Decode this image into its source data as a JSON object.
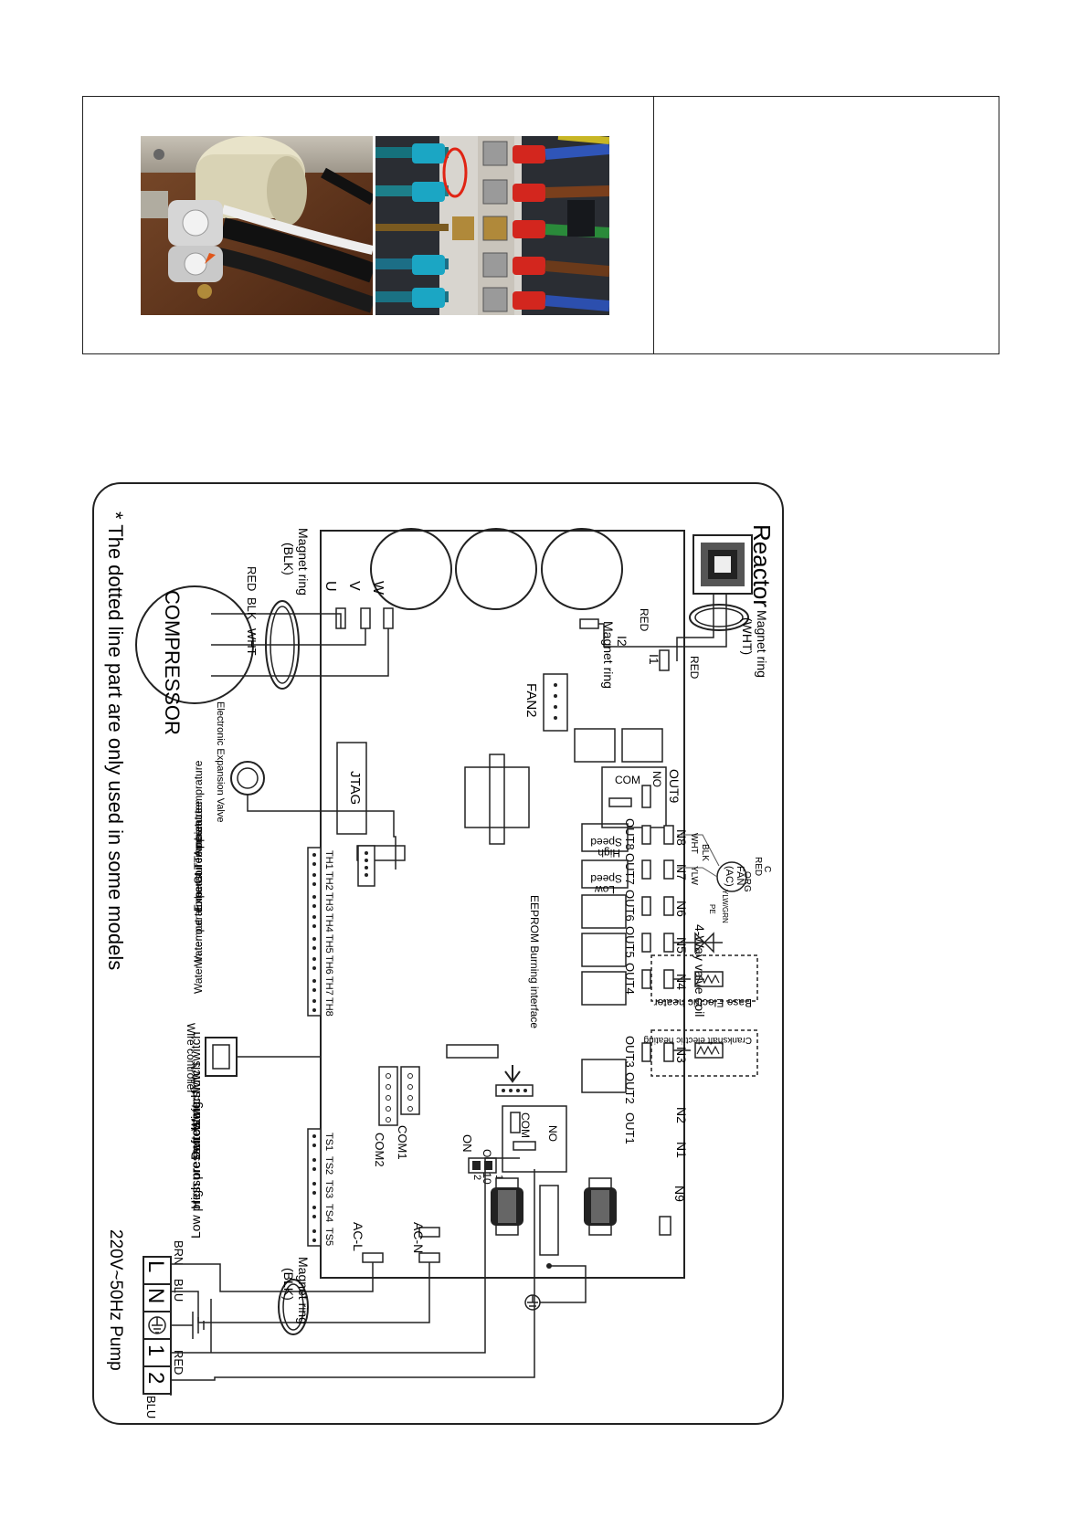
{
  "diagram": {
    "reactor_label": "Reactor",
    "magnet_ring_wht": "Magnet ring (WHT)",
    "magnet_ring_wht_l1": "Magnet ring",
    "magnet_ring_wht_l2": "(WHT)",
    "magnet_ring": "Magnet ring",
    "magnet_ring_blk_l1": "Magnet ring",
    "magnet_ring_blk_l2": "(BLK)",
    "red": "RED",
    "blk": "BLK",
    "wht": "WHT",
    "ylw": "YLW",
    "org": "ORG",
    "c": "C",
    "pe": "PE",
    "ylwgrn": "YLW/GRN",
    "brn": "BRN",
    "blu": "BLU",
    "i1": "I1",
    "i2": "I2",
    "u": "U",
    "v": "V",
    "w": "W",
    "compressor": "COMPRESSOR",
    "fan2": "FAN2",
    "fan_ac_1": "FAN",
    "fan_ac_2": "(AC)",
    "jtag": "JTAG",
    "eev": "Electronic Expansion Valve",
    "out9": "OUT9",
    "no": "NO",
    "com": "COM",
    "high_speed_1": "High",
    "high_speed_2": "Speed",
    "low_speed_1": "Low",
    "low_speed_2": "Speed",
    "outs": [
      "OUT8",
      "OUT7",
      "OUT6",
      "OUT5",
      "OUT4",
      "OUT3",
      "OUT2",
      "OUT1"
    ],
    "ns": [
      "N8",
      "N7",
      "N6",
      "N5",
      "N4",
      "N3",
      "N2",
      "N1",
      "N9"
    ],
    "four_way": "4-Way valve coil",
    "base_heater": "Base Electric heater",
    "crank_heater": "Crankshaft electric heating",
    "eeprom": "EEPROM Burning interface",
    "th_labels": [
      "TH1",
      "TH2",
      "TH3",
      "TH4",
      "TH5",
      "TH6",
      "TH7",
      "TH8"
    ],
    "ambient": "Ambient temprature",
    "coil": "Coil Temperature",
    "exhaust": "Exhaust Temperature",
    "water_out": "Water out temperature",
    "water_in": "Water in temperature",
    "wire_ctrl": "Wire controller",
    "com1": "COM1",
    "com2": "COM2",
    "on": "ON",
    "out10": "OUT10",
    "one": "1",
    "two": "2",
    "ts_labels": [
      "TS1",
      "TS2",
      "TS3",
      "TS4",
      "TS5"
    ],
    "water_flow": "Water flow switch",
    "defrost": "Defrosting switch",
    "high_press": "High pressure switch",
    "low_press": "Low pressure switch",
    "acl": "AC-L",
    "acn": "AC-N",
    "supply": "220V~50Hz Pump",
    "terminals": [
      "L",
      "N",
      "1",
      "2"
    ],
    "footnote": "* The dotted line part are only used in some models"
  }
}
